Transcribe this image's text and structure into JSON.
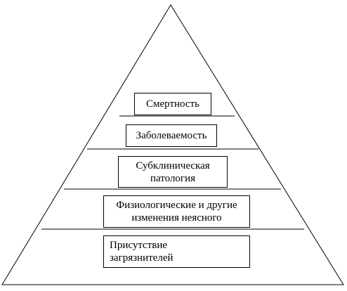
{
  "diagram": {
    "levels": [
      {
        "id": "mortality",
        "label": "Смертность"
      },
      {
        "id": "morbidity",
        "label": "Заболеваемость"
      },
      {
        "id": "subclinical",
        "label": "Субклиническая\nпатология"
      },
      {
        "id": "physiological",
        "label": "Физиологические и другие\nизменения неясного"
      },
      {
        "id": "contaminants",
        "label": "Присутствие\nзагрязнителей"
      }
    ]
  }
}
